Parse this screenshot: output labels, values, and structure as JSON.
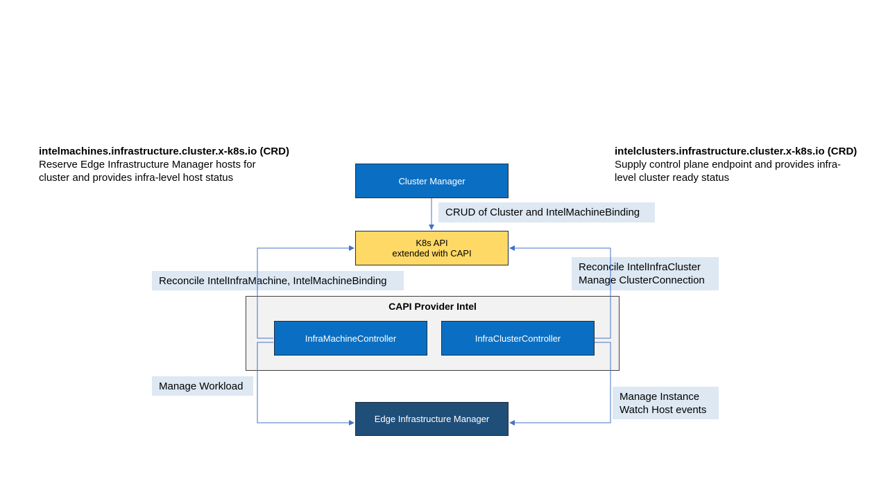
{
  "left_crd": {
    "title": "intelmachines.infrastructure.cluster.x-k8s.io (CRD)",
    "line1": "Reserve Edge Infrastructure Manager hosts for",
    "line2": "cluster and provides infra-level host status"
  },
  "right_crd": {
    "title": "intelclusters.infrastructure.cluster.x-k8s.io (CRD)",
    "line1": "Supply control plane endpoint and provides infra-",
    "line2": "level cluster ready status"
  },
  "nodes": {
    "cluster_manager": "Cluster Manager",
    "k8s_api_line1": "K8s API",
    "k8s_api_line2": "extended with CAPI",
    "provider_title": "CAPI Provider Intel",
    "infra_machine_controller": "InfraMachineController",
    "infra_cluster_controller": "InfraClusterController",
    "edge_infra_manager": "Edge Infrastructure Manager"
  },
  "edge_labels": {
    "crud": "CRUD of Cluster and IntelMachineBinding",
    "reconcile_machine": "Reconcile IntelInfraMachine, IntelMachineBinding",
    "reconcile_cluster_line1": "Reconcile IntelInfraCluster",
    "reconcile_cluster_line2": "Manage ClusterConnection",
    "manage_workload": "Manage Workload",
    "manage_instance_line1": "Manage Instance",
    "manage_instance_line2": "Watch Host events"
  },
  "colors": {
    "box_blue": "#0a6fc2",
    "box_yellow": "#ffd966",
    "box_dark": "#1f4e79",
    "label_bg": "#dde8f3",
    "connector": "#4472c4"
  }
}
